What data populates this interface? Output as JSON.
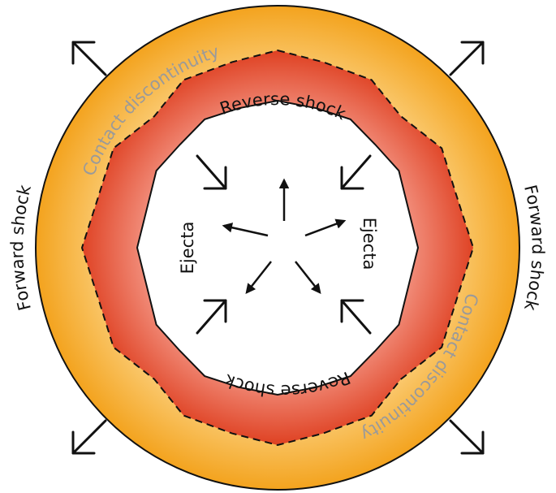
{
  "labels": {
    "forward_shock_left": "Forward shock",
    "forward_shock_right": "Forward shock",
    "contact_discontinuity_top": "Contact discontinuity",
    "contact_discontinuity_bottom": "Contact discontinuity",
    "reverse_shock_top": "Reverse shock",
    "reverse_shock_bottom": "Reverse shock",
    "ejecta_left": "Ejecta",
    "ejecta_right": "Ejecta"
  },
  "colors": {
    "forward_shell_edge": "#f3a21c",
    "forward_shell_center": "#ffe3a6",
    "shocked_ejecta_edge": "#dd3a1a",
    "shocked_ejecta_center": "#f8a89a",
    "contact_discontinuity_label": "#9a9a9a",
    "ink": "#111111"
  },
  "icons": {
    "forward_arrows": "outward-arrow-icon",
    "reverse_arrows": "inward-arrow-icon",
    "ejecta_arrows": "radial-arrow-icon"
  }
}
